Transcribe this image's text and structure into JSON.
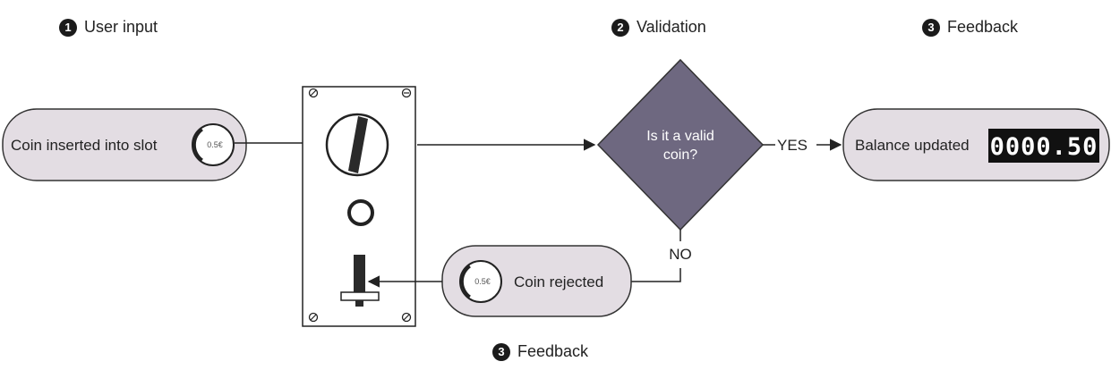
{
  "steps": {
    "user_input": {
      "number": "1",
      "label": "User input"
    },
    "validation": {
      "number": "2",
      "label": "Validation"
    },
    "feedback_top": {
      "number": "3",
      "label": "Feedback"
    },
    "feedback_bottom": {
      "number": "3",
      "label": "Feedback"
    }
  },
  "nodes": {
    "coin_inserted": "Coin inserted into slot",
    "coin_value": "0.5€",
    "decision_line1": "Is it a valid",
    "decision_line2": "coin?",
    "balance_updated": "Balance updated",
    "balance_display": "0000.50",
    "coin_rejected": "Coin rejected",
    "rejected_coin_value": "0.5€"
  },
  "edges": {
    "yes": "YES",
    "no": "NO"
  },
  "colors": {
    "pill_fill": "#e3dde3",
    "diamond_fill": "#6e6880",
    "counter_bg": "#111111"
  }
}
